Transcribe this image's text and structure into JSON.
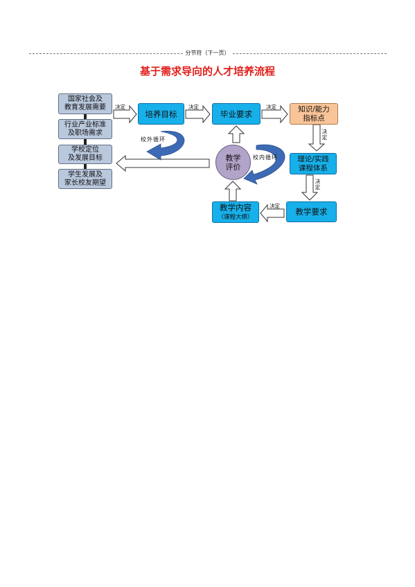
{
  "page": {
    "section_break": "分节符（下一页）",
    "title": "基于需求导向的人才培养流程"
  },
  "inputs": [
    "国家社会及\n教育发展需要",
    "行业产业标准\n及职场需求",
    "学校定位\n及发展目标",
    "学生发展及\n家长校友期望"
  ],
  "nodes": {
    "training_goal": "培养目标",
    "graduation_req": "毕业要求",
    "knowledge_ability": "知识/能力\n指标点",
    "curriculum": "理论/实践\n课程体系",
    "teaching_req": "教学要求",
    "teaching_content": "教学内容",
    "teaching_content_sub": "（课程大纲）",
    "evaluation": "教学\n评价"
  },
  "labels": {
    "decide": "决定",
    "outer_loop": "校外循环",
    "inner_loop": "校内循环"
  },
  "colors": {
    "title": "#e0201b",
    "grey_box": "#b9c8dd",
    "blue_box": "#17b0ea",
    "orange_box": "#f9c497",
    "circle": "#b2a3c9",
    "loop_arrow": "#3d6ab5"
  }
}
